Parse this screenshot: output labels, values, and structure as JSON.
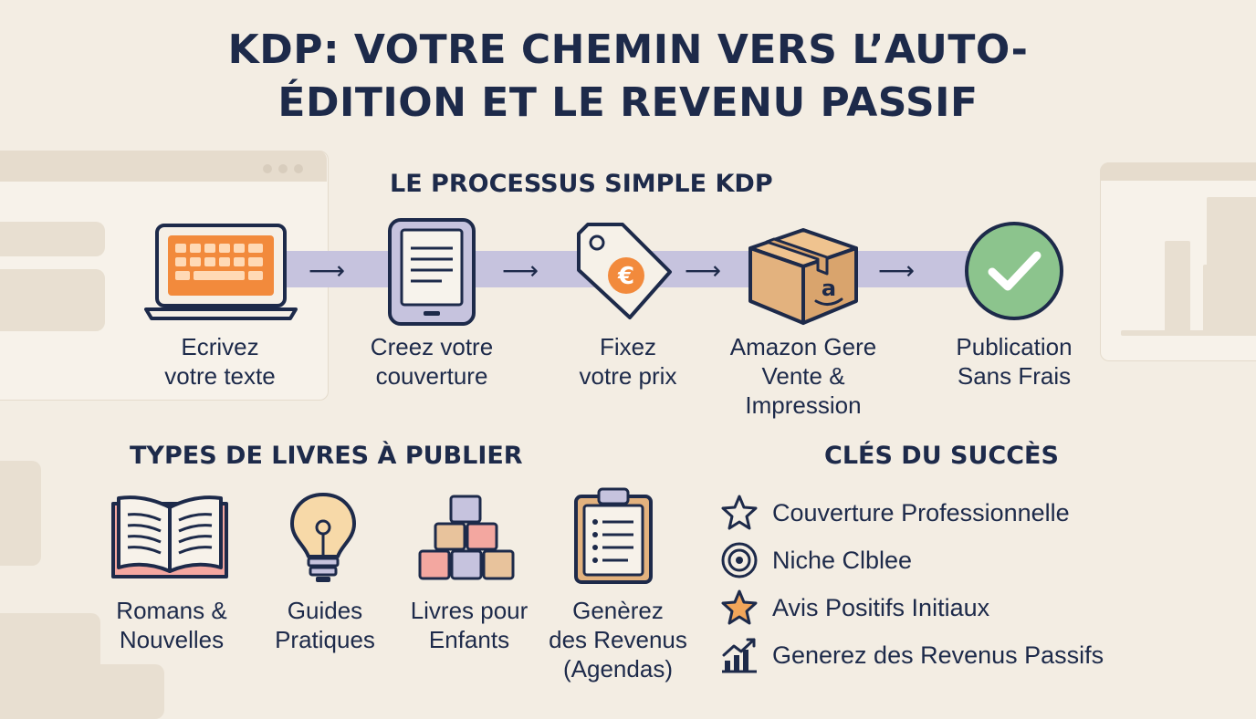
{
  "title": {
    "line1": "KDP: VOTRE CHEMIN VERS L’AUTO-",
    "line2": "ÉDITION ET LE REVENU PASSIF"
  },
  "process": {
    "heading": "LE PROCESSUS SIMPLE KDP",
    "steps": [
      {
        "line1": "Ecrivez",
        "line2": "votre texte",
        "line3": "",
        "icon": "laptop-keyboard-icon"
      },
      {
        "line1": "Creez votre",
        "line2": "couverture",
        "line3": "",
        "icon": "ebook-reader-icon"
      },
      {
        "line1": "Fixez",
        "line2": "votre prix",
        "line3": "",
        "icon": "euro-price-tag-icon"
      },
      {
        "line1": "Amazon Gere",
        "line2": "Vente &",
        "line3": "Impression",
        "icon": "amazon-box-icon"
      },
      {
        "line1": "Publication",
        "line2": "Sans Frais",
        "line3": "",
        "icon": "check-circle-icon"
      }
    ]
  },
  "types": {
    "heading": "TYPES DE LIVRES À PUBLIER",
    "items": [
      {
        "line1": "Romans &",
        "line2": "Nouvelles",
        "line3": "",
        "icon": "open-book-icon"
      },
      {
        "line1": "Guides",
        "line2": "Pratiques",
        "line3": "",
        "icon": "lightbulb-icon"
      },
      {
        "line1": "Livres pour",
        "line2": "Enfants",
        "line3": "",
        "icon": "blocks-icon"
      },
      {
        "line1": "Genèrez",
        "line2": "des Revenus",
        "line3": "(Agendas)",
        "icon": "clipboard-icon"
      }
    ]
  },
  "keys": {
    "heading": "CLÉS DU SUCCÈS",
    "items": [
      {
        "label": "Couverture Professionnelle",
        "icon": "star-outline-icon"
      },
      {
        "label": "Niche Clblee",
        "icon": "target-icon"
      },
      {
        "label": "Avis Positifs Initiaux",
        "icon": "star-filled-icon"
      },
      {
        "label": "Generez des Revenus Passifs",
        "icon": "growth-chart-icon"
      }
    ]
  },
  "colors": {
    "navy": "#1d2a4a",
    "orange": "#f28a3c",
    "lavender": "#c6c3de",
    "box": "#e3b27e",
    "green": "#8cc48d",
    "background": "#f3ede3"
  }
}
